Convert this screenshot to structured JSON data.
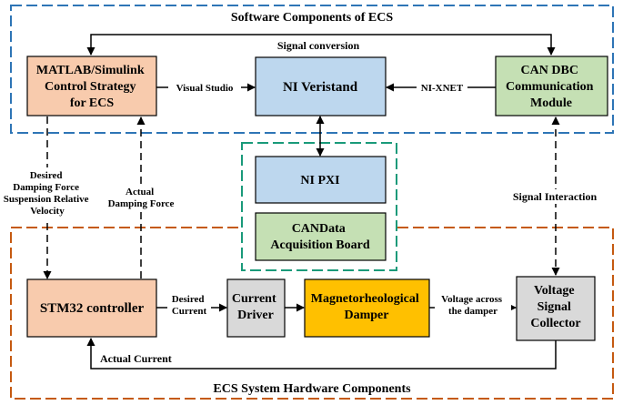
{
  "regions": {
    "software_title": "Software Components of ECS",
    "hardware_title": "ECS System Hardware Components"
  },
  "boxes": {
    "matlab": [
      "MATLAB/Simulink",
      "Control Strategy",
      "for ECS"
    ],
    "veristand": [
      "NI Veristand"
    ],
    "can_dbc": [
      "CAN DBC",
      "Communication",
      "Module"
    ],
    "ni_pxi": [
      "NI PXI"
    ],
    "candata": [
      "CANData",
      "Acquisition Board"
    ],
    "stm32": [
      "STM32 controller"
    ],
    "current_driver": [
      "Current",
      "Driver"
    ],
    "mr_damper": [
      "Magnetorheological",
      "Damper"
    ],
    "voltage_collector": [
      "Voltage",
      "Signal",
      "Collector"
    ]
  },
  "labels": {
    "signal_conversion": "Signal conversion",
    "visual_studio": "Visual Studio",
    "ni_xnet": "NI-XNET",
    "desired_force": [
      "Desired",
      "Damping Force",
      "Suspension Relative",
      "Velocity"
    ],
    "actual_force": [
      "Actual",
      "Damping Force"
    ],
    "signal_interaction": "Signal Interaction",
    "desired_current": [
      "Desired",
      "Current"
    ],
    "voltage_across": [
      "Voltage across",
      "the damper"
    ],
    "actual_current": "Actual Current"
  },
  "colors": {
    "software_border": "#2e75b6",
    "hardware_border": "#c55a11",
    "pxi_border": "#1a9a7a",
    "matlab_fill": "#f8cbad",
    "veristand_fill": "#bdd7ee",
    "can_fill": "#c5e0b4",
    "stm32_fill": "#f8cbad",
    "gray_fill": "#d9d9d9",
    "damper_fill": "#ffc000"
  }
}
